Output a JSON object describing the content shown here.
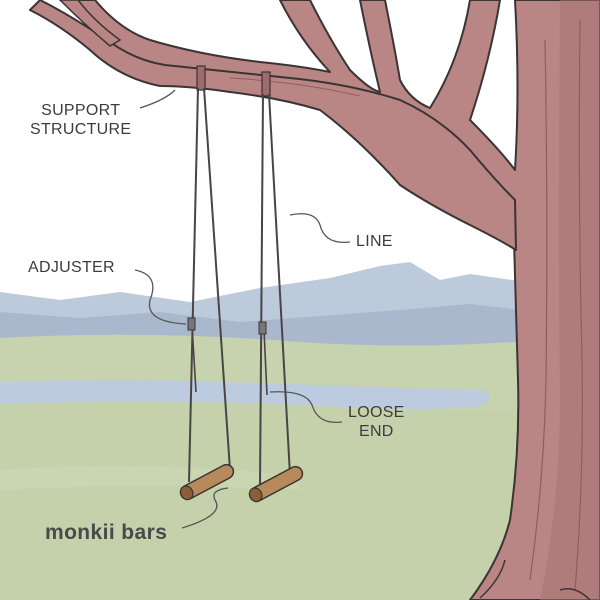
{
  "labels": {
    "support_structure": [
      "SUPPORT",
      "STRUCTURE"
    ],
    "adjuster": "ADJUSTER",
    "line": "LINE",
    "loose_end": [
      "LOOSE",
      "END"
    ]
  },
  "brand": "monkii bars",
  "colors": {
    "sky": "#ffffff",
    "mountains_far": "#b9c7da",
    "mountains_near": "#a9b6cc",
    "grass": "#c5d2ad",
    "grass_light": "#d2dcbd",
    "water": "#b9c9de",
    "bark": "#b98484",
    "bark_shadow": "#a26e6e",
    "outline": "#3a3434",
    "rope": "#4a4444",
    "wood": "#b58658",
    "leader": "#555555",
    "text": "#3c3c3c"
  },
  "icons": {
    "tree": "tree-illustration",
    "swing": "gymnastic-rings-trapeze"
  }
}
